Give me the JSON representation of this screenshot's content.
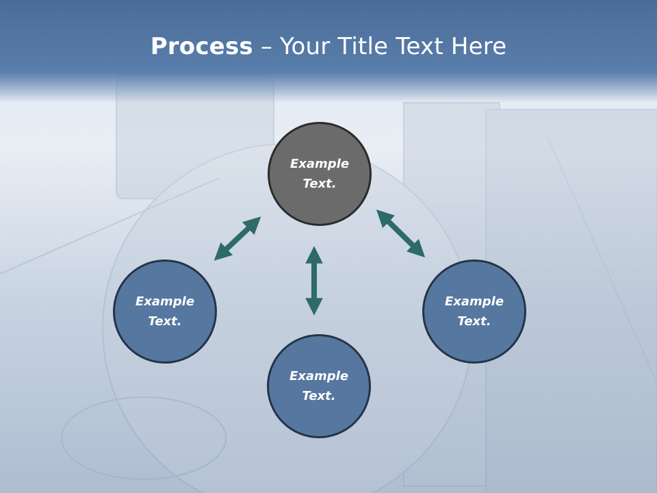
{
  "title": {
    "bold": "Process",
    "rest": " – Your Title Text Here"
  },
  "nodes": {
    "top": "Example\nText.",
    "left": "Example\nText.",
    "right": "Example\nText.",
    "bottom": "Example\nText."
  },
  "colors": {
    "band": "#4a6c98",
    "node_blue": "#56779f",
    "node_top": "#6b6b6b",
    "arrow": "#2e6a6a"
  }
}
